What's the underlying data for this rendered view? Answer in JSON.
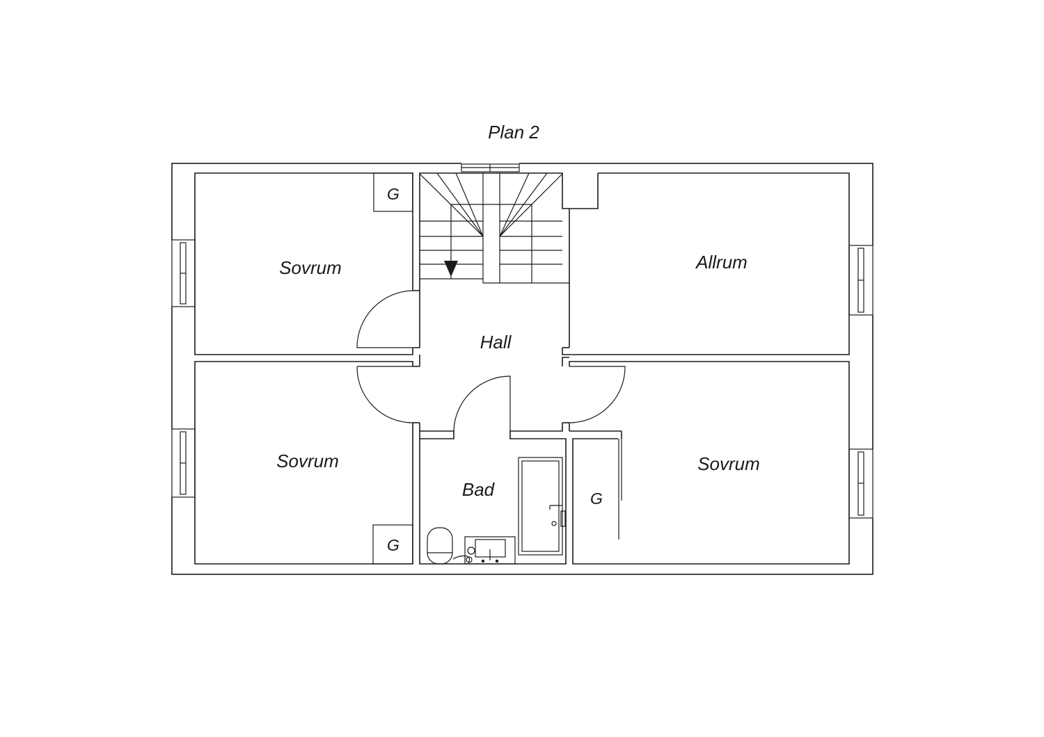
{
  "plan": {
    "title": "Plan 2",
    "rooms": {
      "bedroom_top_left": "Sovrum",
      "bedroom_bottom_left": "Sovrum",
      "bedroom_right": "Sovrum",
      "family_room": "Allrum",
      "hall": "Hall",
      "bathroom": "Bad"
    },
    "closets": {
      "top_left": "G",
      "bottom_left": "G",
      "right": "G"
    },
    "stair_direction": "down",
    "colors": {
      "line": "#1a1a1a",
      "background": "#ffffff"
    }
  }
}
